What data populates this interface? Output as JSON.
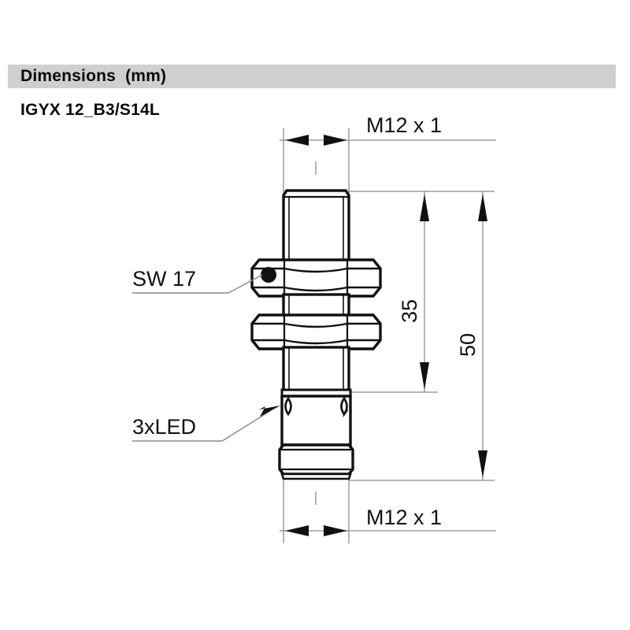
{
  "header": {
    "title": "Dimensions  (mm)",
    "band_color": "#cfcfcf"
  },
  "part": {
    "number": "IGYX 12_B3/S14L"
  },
  "drawing": {
    "type": "technical-dimension-drawing",
    "subject": "inductive sensor M12 barrel with connector",
    "line_color": "#111111",
    "thin_line_color": "#8c8c8c",
    "labels": {
      "thread_top": "M12 x 1",
      "thread_bottom": "M12 x 1",
      "wrench_flat": "SW 17",
      "led": "3xLED",
      "length_partial": "35",
      "length_total": "50"
    },
    "dimensions_mm": {
      "thread_size": "M12 x 1",
      "wrench_size_sw": 17,
      "length_to_shoulder": 35,
      "overall_length": 50,
      "led_count": 3
    }
  }
}
